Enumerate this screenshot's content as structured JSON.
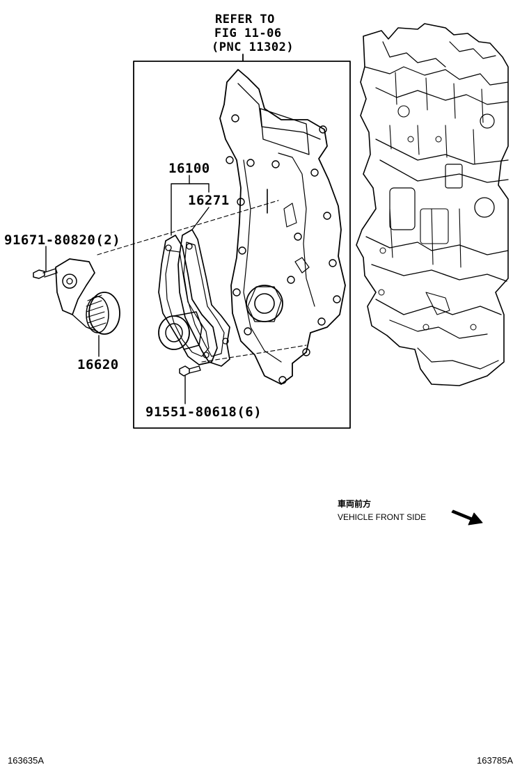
{
  "refer": {
    "line1": "REFER TO",
    "line2": "FIG 11-06",
    "line3": "(PNC 11302)"
  },
  "parts": {
    "water_pump": "16100",
    "gasket": "16271",
    "bolt_upper": "91671-80820(2)",
    "bolt_lower": "91551-80618(6)",
    "tensioner": "16620"
  },
  "direction": {
    "japanese": "車両前方",
    "english": "VEHICLE FRONT SIDE"
  },
  "footer": {
    "left_id": "163635A",
    "right_id": "163785A"
  }
}
